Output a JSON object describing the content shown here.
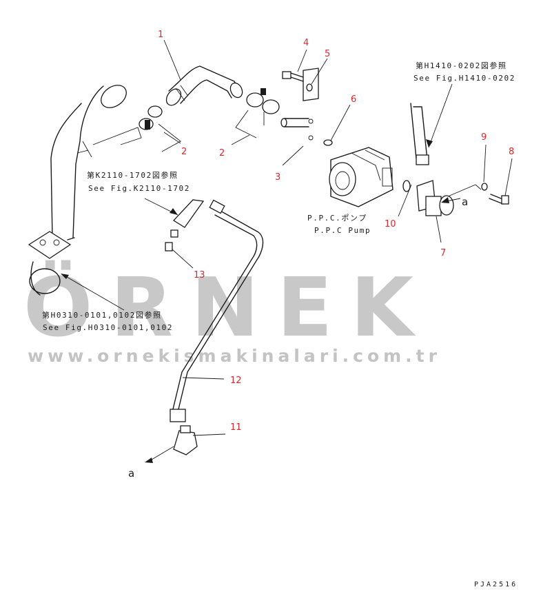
{
  "watermark": {
    "brand": "ÖRNEK",
    "url": "www.ornekismakinalari.com.tr"
  },
  "callouts": [
    "1",
    "2",
    "2",
    "3",
    "4",
    "5",
    "6",
    "7",
    "8",
    "9",
    "10",
    "11",
    "12",
    "13"
  ],
  "references": {
    "top_right": {
      "jp": "第H1410-0202図参照",
      "en": "See Fig.H1410-0202"
    },
    "left_mid": {
      "jp": "第K2110-1702図参照",
      "en": "See Fig.K2110-1702"
    },
    "left_low": {
      "jp": "第H0310-0101,0102図参照",
      "en": "See Fig.H0310-0101,0102"
    }
  },
  "pump_label": {
    "jp": "P.P.C.ポンプ",
    "en": "P.P.C Pump"
  },
  "direction_marks": [
    "a",
    "a"
  ],
  "drawing_code": "PJA2516"
}
